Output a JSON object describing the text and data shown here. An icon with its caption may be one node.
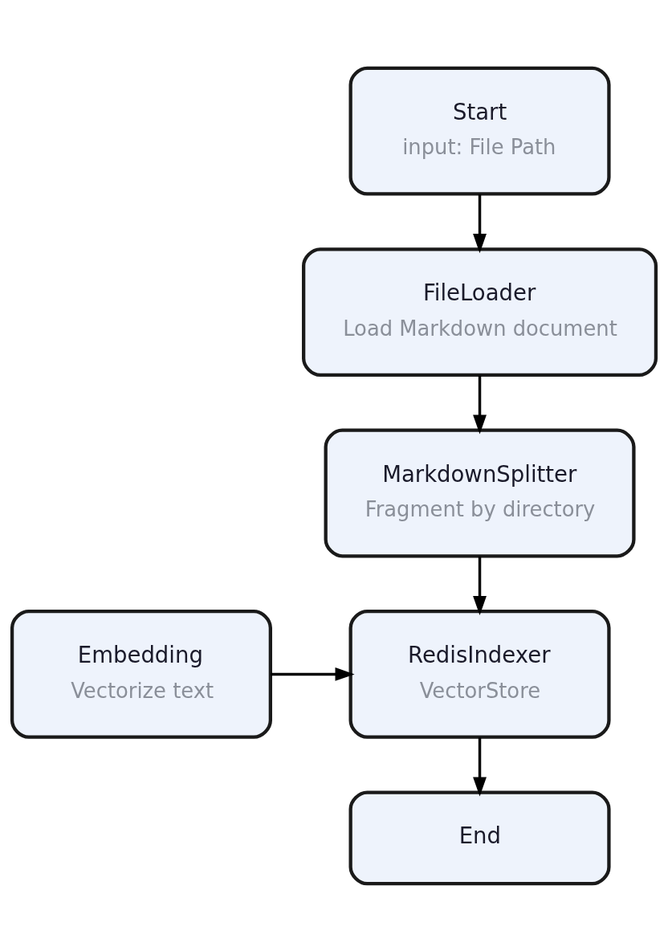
{
  "diagram": {
    "nodes": [
      {
        "text": [
          "Start",
          "input: File Path"
        ]
      },
      {
        "text": [
          "FileLoader",
          "Load Markdown document"
        ]
      },
      {
        "text": [
          "MarkdownSplitter",
          "Fragment by directory"
        ]
      },
      {
        "text": [
          "Embedding",
          "Vectorize text"
        ]
      },
      {
        "text": [
          "RedisIndexer",
          "VectorStore"
        ]
      },
      {
        "text": [
          "End"
        ]
      }
    ],
    "edges": [
      {
        "from": 0,
        "to": 1,
        "arrow": "to"
      },
      {
        "from": 1,
        "to": 2,
        "arrow": "to"
      },
      {
        "from": 2,
        "to": 4,
        "arrow": "to"
      },
      {
        "from": 3,
        "to": 4,
        "arrow": "to"
      },
      {
        "from": 4,
        "to": 5,
        "arrow": "to"
      }
    ]
  }
}
